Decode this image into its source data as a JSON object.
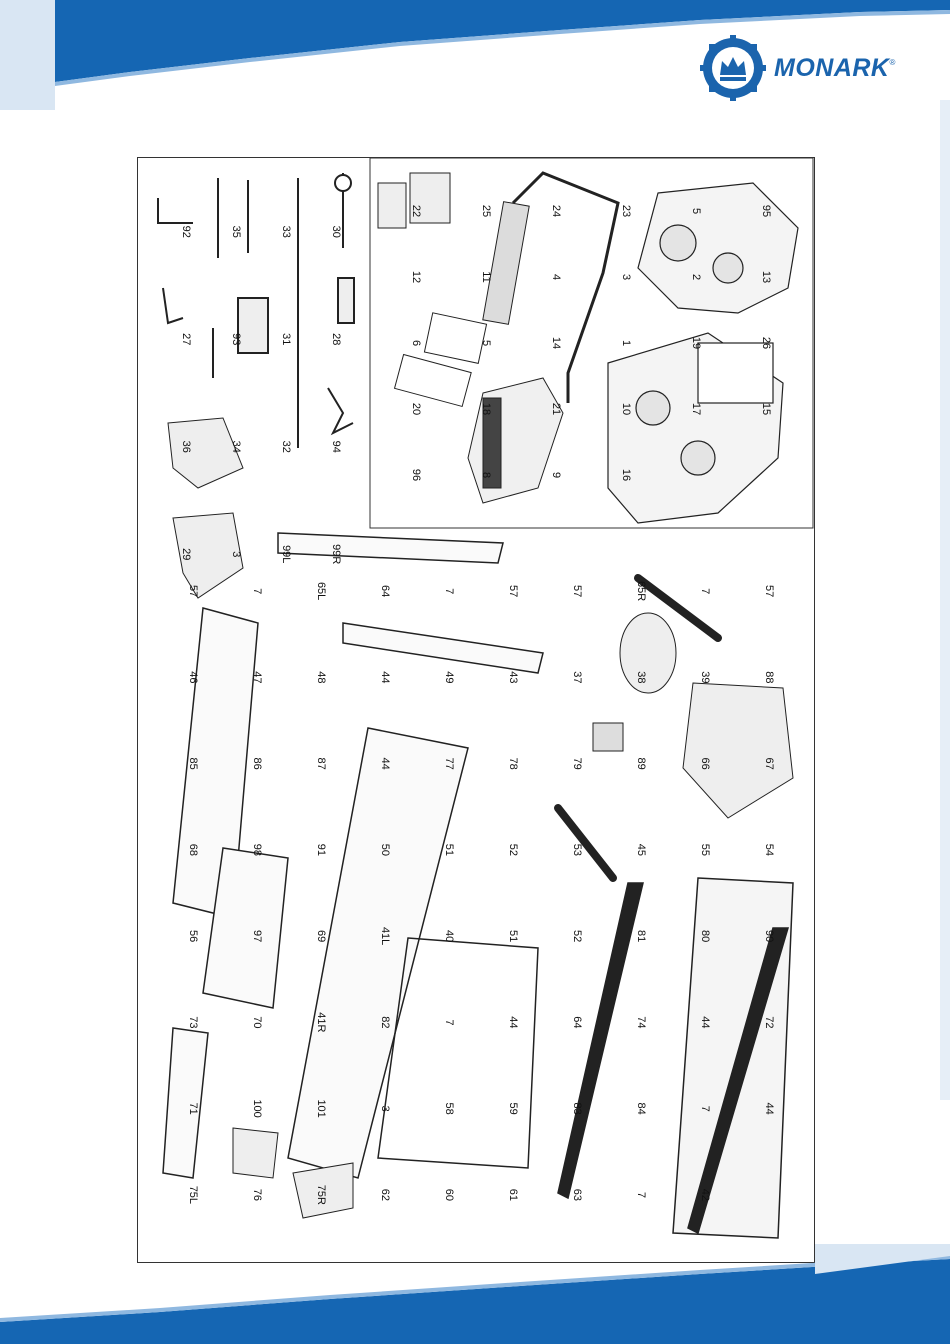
{
  "brand": {
    "name": "MONARK",
    "trademark": "®",
    "accent": "#1b64ad",
    "banner_color": "#1566b3"
  },
  "callouts": {
    "inset": [
      "22",
      "25",
      "24",
      "23",
      "5",
      "95",
      "12",
      "11",
      "4",
      "3",
      "2",
      "13",
      "6",
      "5",
      "14",
      "1",
      "19",
      "26",
      "20",
      "18",
      "21",
      "10",
      "17",
      "15",
      "96",
      "8",
      "9",
      "16"
    ],
    "harness": [
      "92",
      "35",
      "33",
      "30",
      "27",
      "93",
      "31",
      "28",
      "36",
      "34",
      "32",
      "94",
      "29",
      "3",
      "99L",
      "99R"
    ],
    "main": [
      "57",
      "7",
      "65L",
      "64",
      "7",
      "57",
      "57",
      "65R",
      "7",
      "57",
      "46",
      "47",
      "48",
      "44",
      "49",
      "43",
      "37",
      "38",
      "39",
      "88",
      "85",
      "86",
      "87",
      "44",
      "77",
      "78",
      "79",
      "89",
      "66",
      "67",
      "68",
      "98",
      "91",
      "50",
      "51",
      "52",
      "53",
      "45",
      "55",
      "54",
      "56",
      "97",
      "69",
      "41L",
      "40",
      "51",
      "52",
      "81",
      "80",
      "90",
      "73",
      "70",
      "41R",
      "82",
      "7",
      "44",
      "64",
      "74",
      "44",
      "72",
      "71",
      "100",
      "101",
      "3",
      "58",
      "59",
      "83",
      "84",
      "7",
      "44",
      "75L",
      "76",
      "75R",
      "62",
      "60",
      "61",
      "63",
      "7",
      "42"
    ]
  }
}
